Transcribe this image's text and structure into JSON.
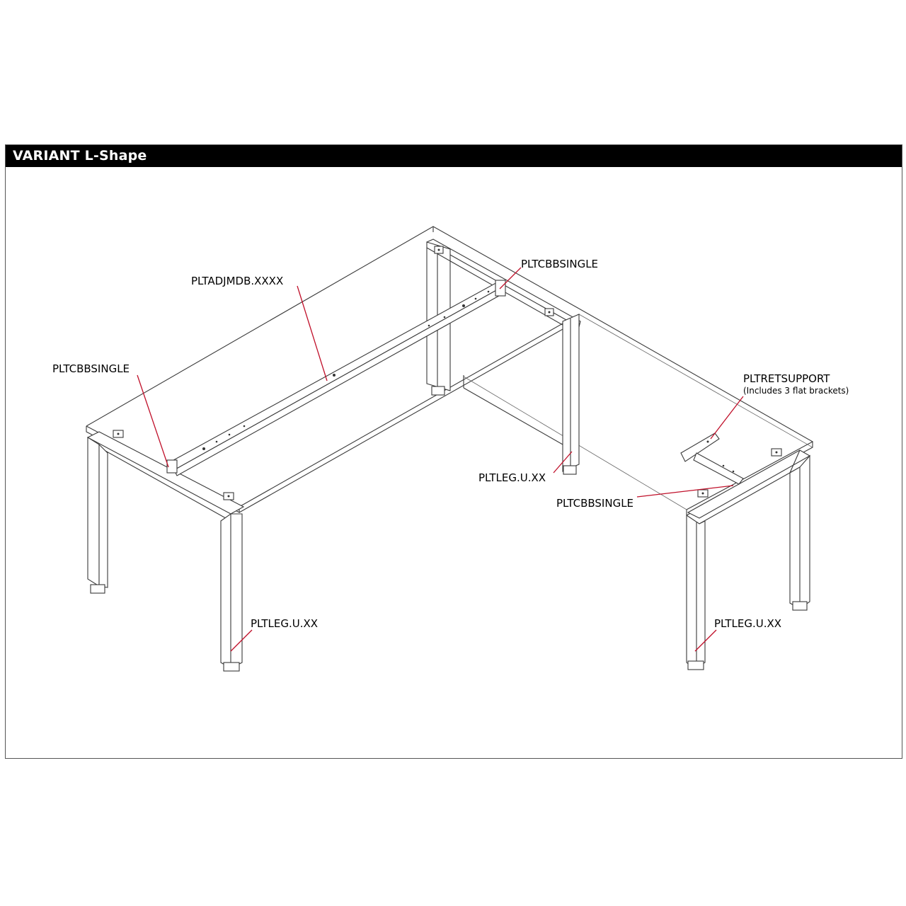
{
  "title": "VARIANT L-Shape",
  "colors": {
    "title_bar": "#000000",
    "title_text": "#ffffff",
    "leader_lines": "#c0102a",
    "line_art": "#3a3a3a"
  },
  "labels": {
    "pltadjmdb": "PLTADJMDB.XXXX",
    "pltcbbsingle_top": "PLTCBBSINGLE",
    "pltcbbsingle_left": "PLTCBBSINGLE",
    "pltcbbsingle_right": "PLTCBBSINGLE",
    "pltretsupport": "PLTRETSUPPORT",
    "pltretsupport_note": "(Includes 3 flat brackets)",
    "pltleg_center": "PLTLEG.U.XX",
    "pltleg_front_left": "PLTLEG.U.XX",
    "pltleg_front_right": "PLTLEG.U.XX"
  }
}
